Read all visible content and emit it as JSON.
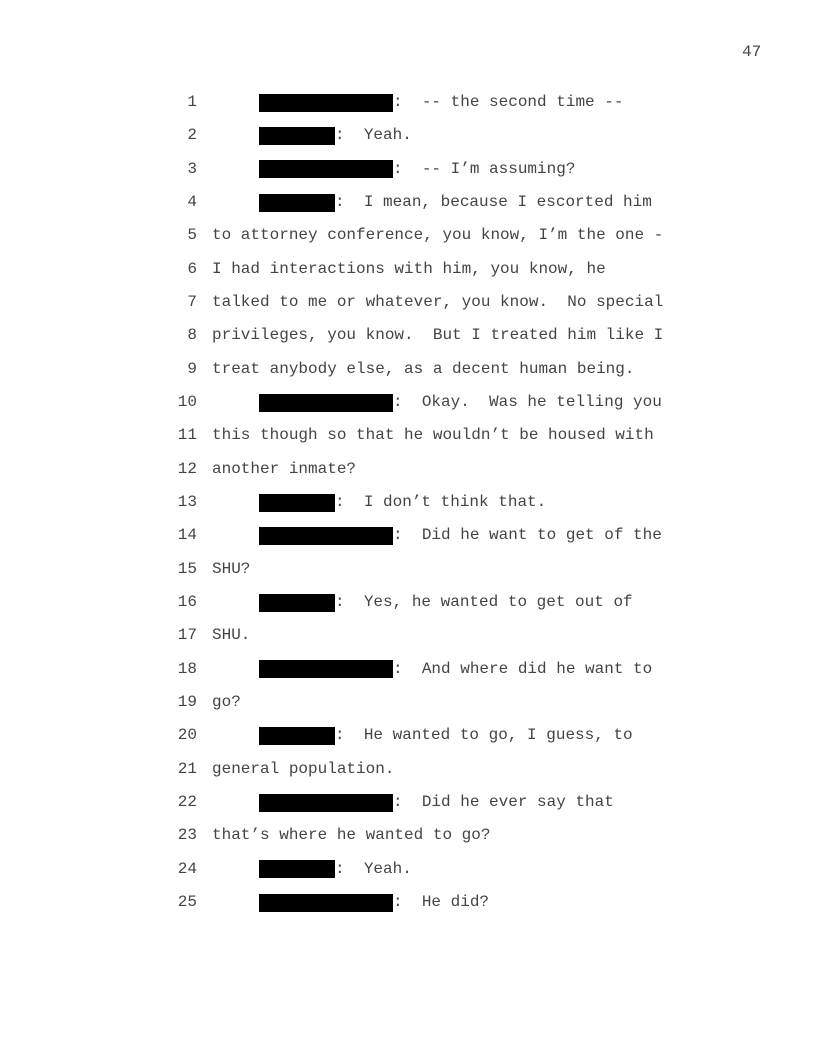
{
  "page_number": "47",
  "lines": [
    {
      "num": "1",
      "speaker": "long",
      "text": "-- the second time --"
    },
    {
      "num": "2",
      "speaker": "short",
      "text": "Yeah."
    },
    {
      "num": "3",
      "speaker": "long",
      "text": "-- I’m assuming?"
    },
    {
      "num": "4",
      "speaker": "short",
      "text": "I mean, because I escorted him"
    },
    {
      "num": "5",
      "speaker": null,
      "text": "to attorney conference, you know, I’m the one -"
    },
    {
      "num": "6",
      "speaker": null,
      "text": "I had interactions with him, you know, he"
    },
    {
      "num": "7",
      "speaker": null,
      "text": "talked to me or whatever, you know.  No special"
    },
    {
      "num": "8",
      "speaker": null,
      "text": "privileges, you know.  But I treated him like I"
    },
    {
      "num": "9",
      "speaker": null,
      "text": "treat anybody else, as a decent human being."
    },
    {
      "num": "10",
      "speaker": "long",
      "text": "Okay.  Was he telling you"
    },
    {
      "num": "11",
      "speaker": null,
      "text": "this though so that he wouldn’t be housed with"
    },
    {
      "num": "12",
      "speaker": null,
      "text": "another inmate?"
    },
    {
      "num": "13",
      "speaker": "short",
      "text": "I don’t think that."
    },
    {
      "num": "14",
      "speaker": "long",
      "text": "Did he want to get of the"
    },
    {
      "num": "15",
      "speaker": null,
      "text": "SHU?"
    },
    {
      "num": "16",
      "speaker": "short",
      "text": "Yes, he wanted to get out of"
    },
    {
      "num": "17",
      "speaker": null,
      "text": "SHU."
    },
    {
      "num": "18",
      "speaker": "long",
      "text": "And where did he want to"
    },
    {
      "num": "19",
      "speaker": null,
      "text": "go?"
    },
    {
      "num": "20",
      "speaker": "short",
      "text": "He wanted to go, I guess, to"
    },
    {
      "num": "21",
      "speaker": null,
      "text": "general population."
    },
    {
      "num": "22",
      "speaker": "long",
      "text": "Did he ever say that"
    },
    {
      "num": "23",
      "speaker": null,
      "text": "that’s where he wanted to go?"
    },
    {
      "num": "24",
      "speaker": "short",
      "text": "Yeah."
    },
    {
      "num": "25",
      "speaker": "long",
      "text": "He did?"
    }
  ]
}
